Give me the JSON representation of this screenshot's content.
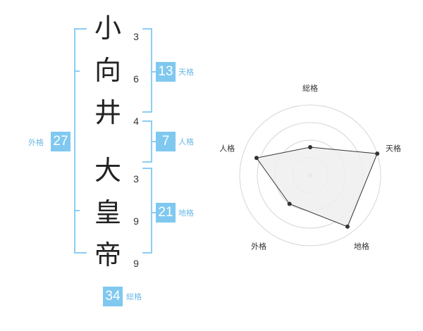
{
  "name_chars": [
    {
      "char": "小",
      "strokes": "3"
    },
    {
      "char": "向",
      "strokes": "6"
    },
    {
      "char": "井",
      "strokes": "4"
    },
    {
      "char": "大",
      "strokes": "3"
    },
    {
      "char": "皇",
      "strokes": "9"
    },
    {
      "char": "帝",
      "strokes": "9"
    }
  ],
  "fortunes": {
    "tenkaku": {
      "label": "天格",
      "value": "13"
    },
    "jinkaku": {
      "label": "人格",
      "value": "7"
    },
    "chikaku": {
      "label": "地格",
      "value": "21"
    },
    "gaikaku": {
      "label": "外格",
      "value": "27"
    },
    "soukaku": {
      "label": "総格",
      "value": "34"
    }
  },
  "colors": {
    "accent": "#7fc8f0",
    "caption": "#6bb8e8",
    "bracket": "#8ccdf3",
    "radar_fill": "#eeeeee",
    "radar_line": "#333333",
    "ring": "#d6d6d6"
  },
  "chart_data": {
    "type": "radar",
    "axes": [
      "総格",
      "天格",
      "地格",
      "外格",
      "人格"
    ],
    "values": [
      0.4,
      1.0,
      0.9,
      0.5,
      0.8
    ],
    "rings": 4,
    "range": [
      0,
      1
    ]
  }
}
